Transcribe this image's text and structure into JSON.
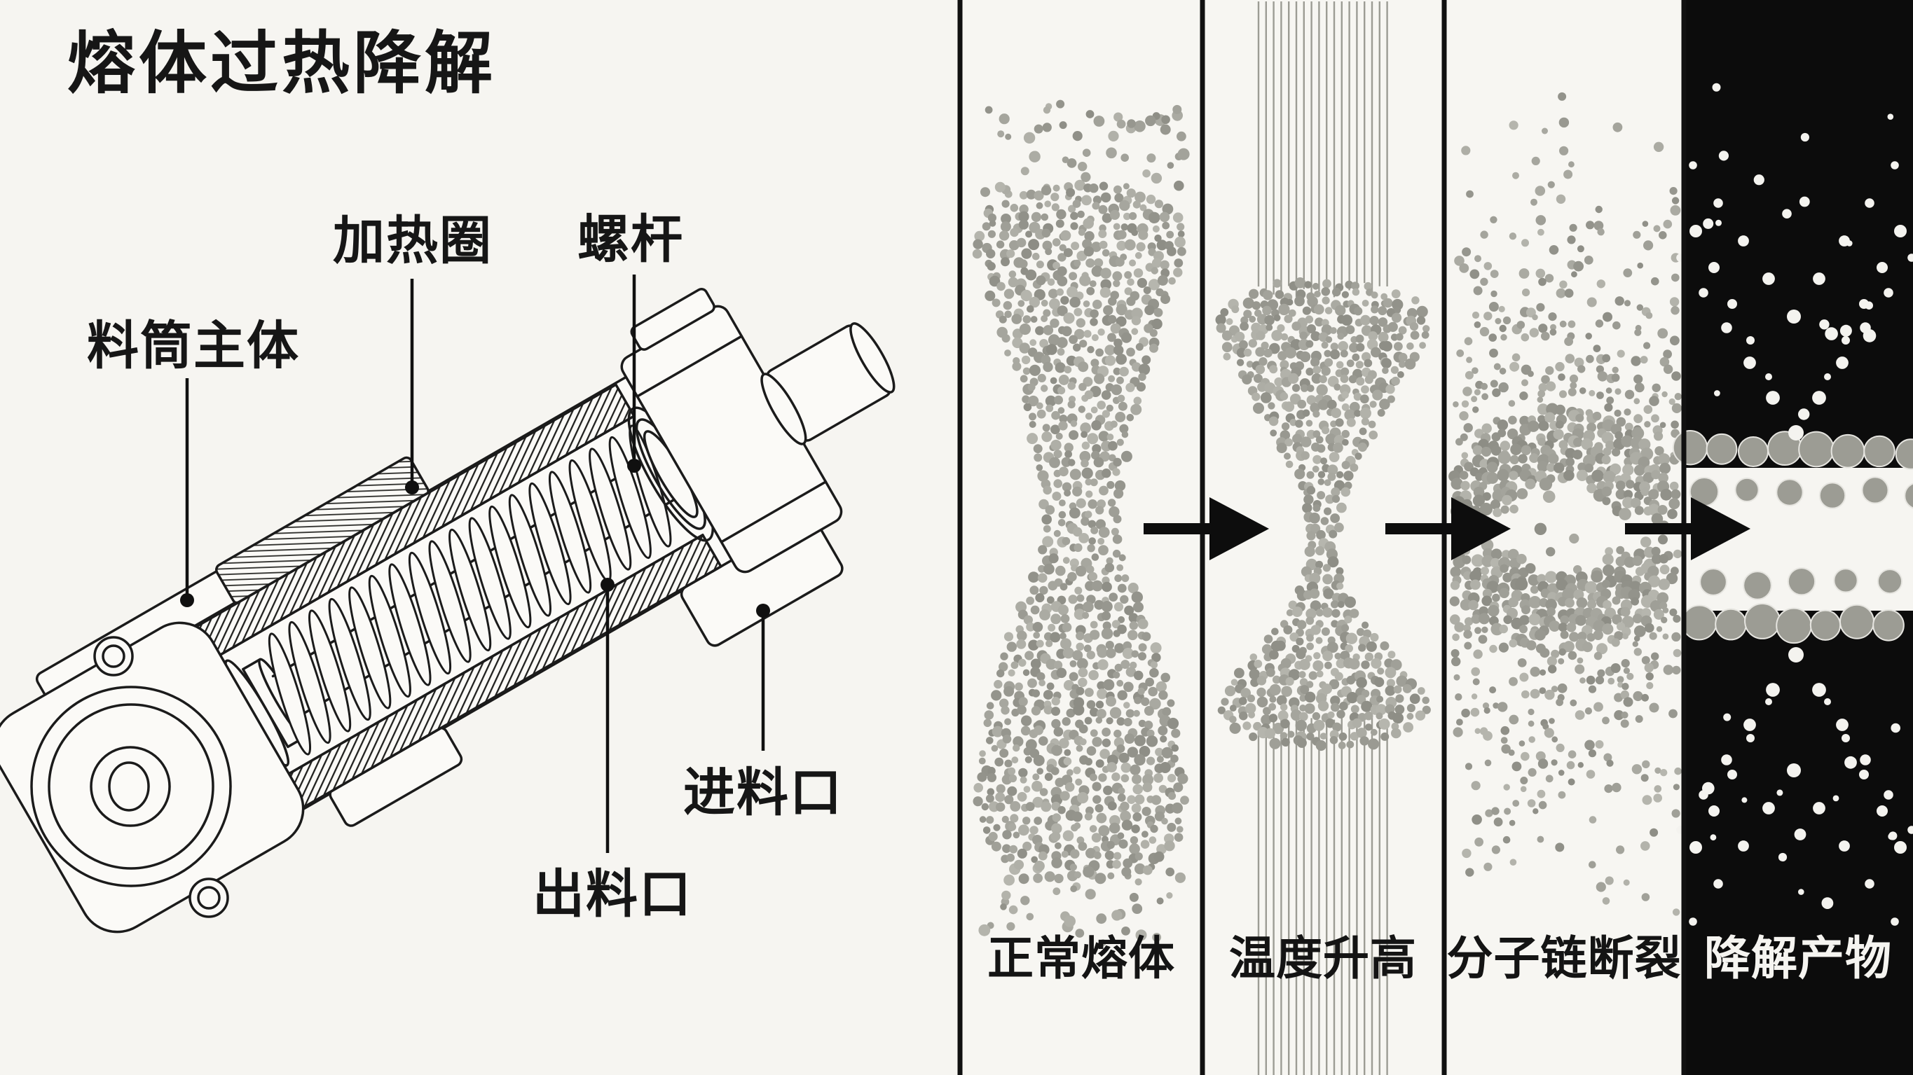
{
  "title": "熔体过热降解",
  "machine": {
    "labels": {
      "barrel": "料筒主体",
      "heater": "加热圈",
      "screw": "螺杆",
      "outlet": "出料口",
      "inlet": "进料口"
    }
  },
  "stages": [
    {
      "label": "正常熔体"
    },
    {
      "label": "温度升高"
    },
    {
      "label": "分子链断裂"
    },
    {
      "label": "降解产物"
    }
  ],
  "icons": {
    "stage_arrow": "arrow-right-icon"
  },
  "colors": {
    "background": "#f6f5f1",
    "ink": "#1b1b1b",
    "divider": "#111111",
    "dot_gray_dark": "#8d8d85",
    "dot_gray_light": "#b6b6ae",
    "stream_line": "#9c9c94",
    "panel4_bg": "#0c0c0c",
    "panel4_white_dot": "#f4f3ef",
    "panel4_gray_dot": "#9c9c94",
    "panel4_band": "#f6f5f1"
  }
}
